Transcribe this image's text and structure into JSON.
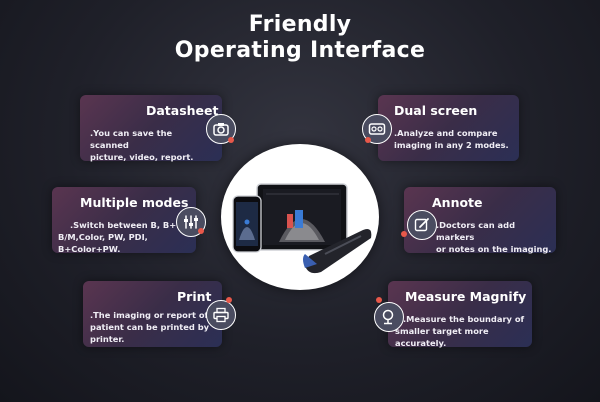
{
  "title": {
    "line1": "Friendly",
    "line2": "Operating Interface"
  },
  "cards": {
    "datasheet": {
      "title": "Datasheet",
      "line1": ".You can save the scanned",
      "line2": "picture, video, report.",
      "icon": "camera-icon"
    },
    "dual_screen": {
      "title": "Dual screen",
      "line1": ".Analyze and compare",
      "line2": "imaging in any 2 modes.",
      "icon": "dual-screen-icon"
    },
    "multiple_modes": {
      "title": "Multiple modes",
      "line1": ".Switch between B, B+B,",
      "line2": "B/M,Color, PW, PDI, B+Color+PW.",
      "icon": "sliders-icon"
    },
    "annote": {
      "title": "Annote",
      "line1": ".Doctors can add markers",
      "line2": "or notes on the imaging.",
      "icon": "pencil-icon"
    },
    "print": {
      "title": "Print",
      "line1": ".The imaging or report of",
      "line2": "patient can be printed by",
      "line3": "printer.",
      "icon": "printer-icon"
    },
    "measure": {
      "title": "Measure Magnify",
      "line1": ".Measure the boundary of",
      "line2": "smaller target more accurately.",
      "icon": "magnifier-icon"
    }
  },
  "colors": {
    "accent_dot": "#e8584a",
    "card_start": "#5a3550",
    "card_end": "#2b2f55",
    "background": "#1f2029"
  }
}
